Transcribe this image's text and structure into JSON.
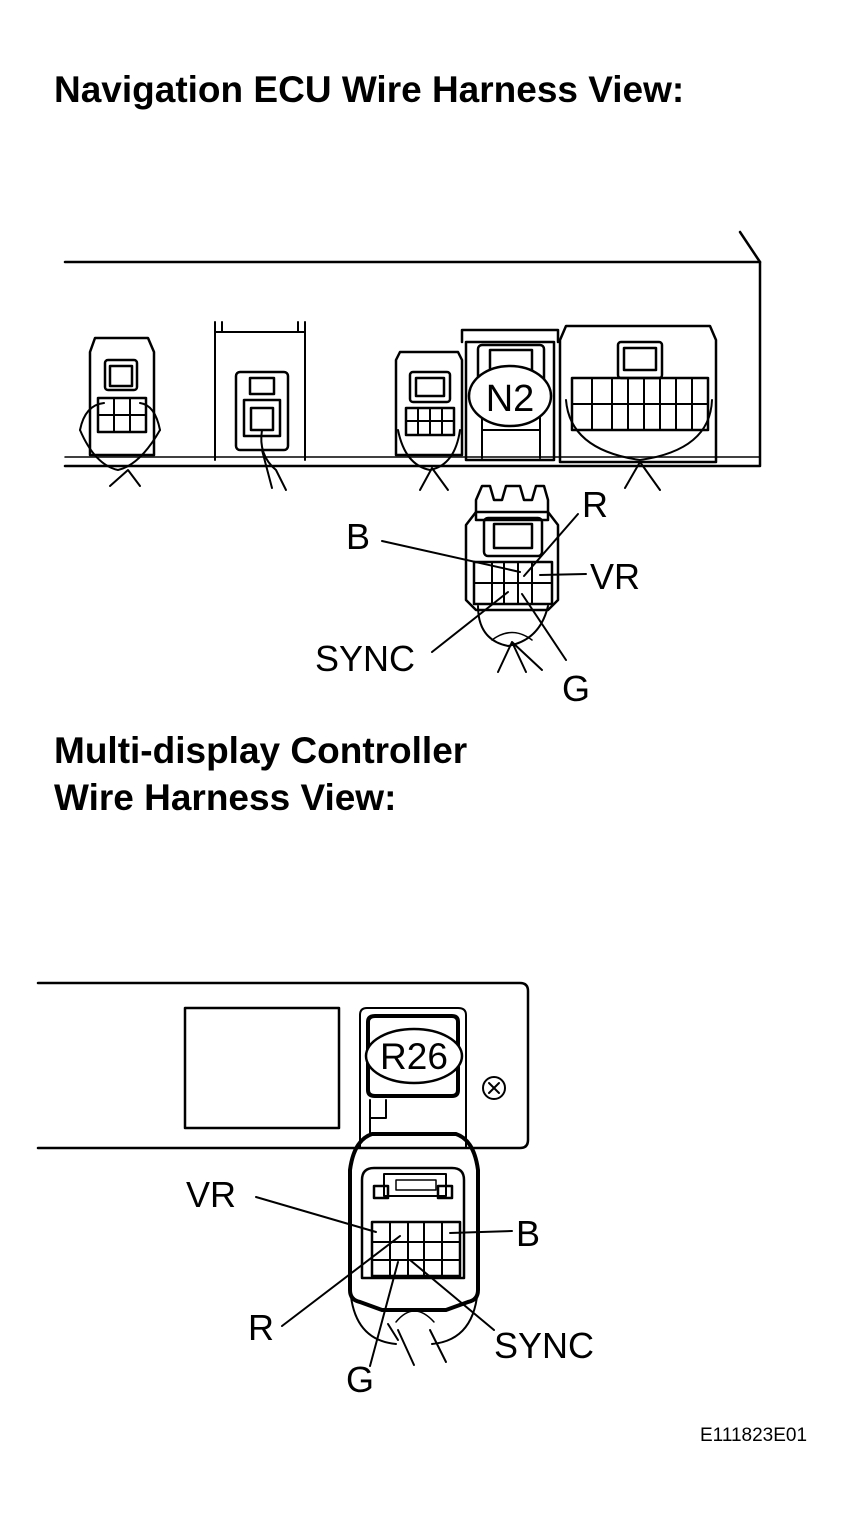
{
  "diagram": {
    "nav_heading": "Navigation ECU Wire Harness View:",
    "mdc_heading_line1": "Multi-display Controller",
    "mdc_heading_line2": "Wire Harness View:",
    "nav_connector": {
      "id": "N2",
      "labels": {
        "b": "B",
        "r": "R",
        "vr": "VR",
        "sync": "SYNC",
        "g": "G"
      }
    },
    "mdc_connector": {
      "id": "R26",
      "labels": {
        "vr": "VR",
        "b": "B",
        "r": "R",
        "g": "G",
        "sync": "SYNC"
      }
    },
    "figure_code": "E111823E01"
  }
}
